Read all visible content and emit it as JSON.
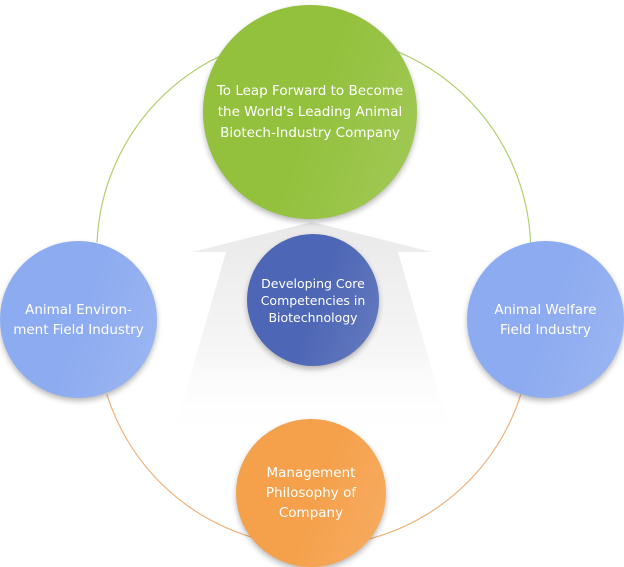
{
  "colors": {
    "top": "#93c13d",
    "side": "#8dabf0",
    "bottom": "#f5a04a",
    "center": "#4d66b5",
    "ring_green": "#b3cf6e",
    "ring_orange": "#f0b27a"
  },
  "nodes": {
    "top": {
      "lines": [
        "To Leap Forward to Become",
        "the World's Leading Animal",
        "Biotech-Industry Company"
      ]
    },
    "left": {
      "lines": [
        "Animal Environ-",
        "ment Field Industry"
      ]
    },
    "right": {
      "lines": [
        "Animal Welfare",
        "Field Industry"
      ]
    },
    "bottom": {
      "lines": [
        "Management",
        "Philosophy of",
        "Company"
      ]
    },
    "center": {
      "lines": [
        "Developing Core",
        "Competencies in",
        "Biotechnology"
      ]
    }
  }
}
